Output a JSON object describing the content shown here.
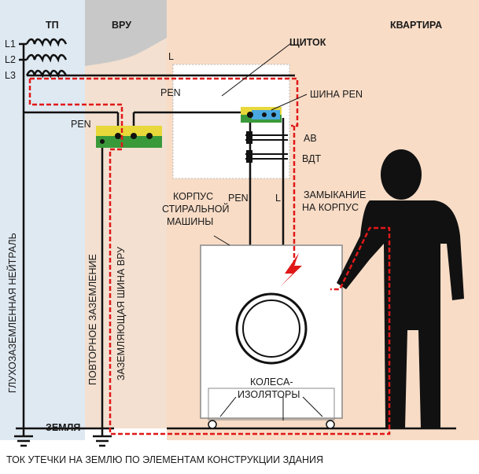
{
  "colors": {
    "apartment_bg": "#f8dcc6",
    "vru_bg": "#c8c8c8",
    "tp_bg": "#dfe9f2",
    "panel_bg": "#ffffff",
    "leak_path": "#e01818",
    "wire": "#111111",
    "bus_yellow": "#e8d83a",
    "bus_green": "#3a9a3a",
    "bus_blue": "#4aa8e0",
    "person": "#111111"
  },
  "icons": [
    "ground-symbol",
    "transformer-coil",
    "lightning-icon",
    "person-silhouette",
    "washing-machine"
  ],
  "labels": {
    "tp": "ТП",
    "vru": "ВРУ",
    "apartment": "Квартира",
    "l1": "L1",
    "l2": "L2",
    "l3": "L3",
    "l_top": "L",
    "shield": "ЩИТОК",
    "pen_top": "PEN",
    "pen_bus": "ШИНА PEN",
    "pen_vru": "PEN",
    "av": "АВ",
    "vdt": "ВДТ",
    "housing_line1": "КОРПУС",
    "housing_line2": "СТИРАЛЬНОЙ",
    "housing_line3": "МАШИНЫ",
    "pen_wire": "PEN",
    "l_wire": "L",
    "short_line1": "ЗАМЫКАНИЕ",
    "short_line2": "НА КОРПУС",
    "wheels_line1": "КОЛЕСА-",
    "wheels_line2": "ИЗОЛЯТОРЫ",
    "earth": "ЗЕМЛЯ",
    "solid_neutral": "ГЛУХОЗАЗЕМЛЕННАЯ НЕЙТРАЛЬ",
    "repeat_ground": "ПОВТОРНОЕ ЗАЗЕМЛЕНИЕ",
    "ground_bus": "ЗАЗЕМЛЯЮЩАЯ ШИНА ВРУ"
  },
  "caption": "ТОК УТЕЧКИ НА ЗЕМЛЮ ПО ЭЛЕМЕНТАМ КОНСТРУКЦИИ ЗДАНИЯ"
}
